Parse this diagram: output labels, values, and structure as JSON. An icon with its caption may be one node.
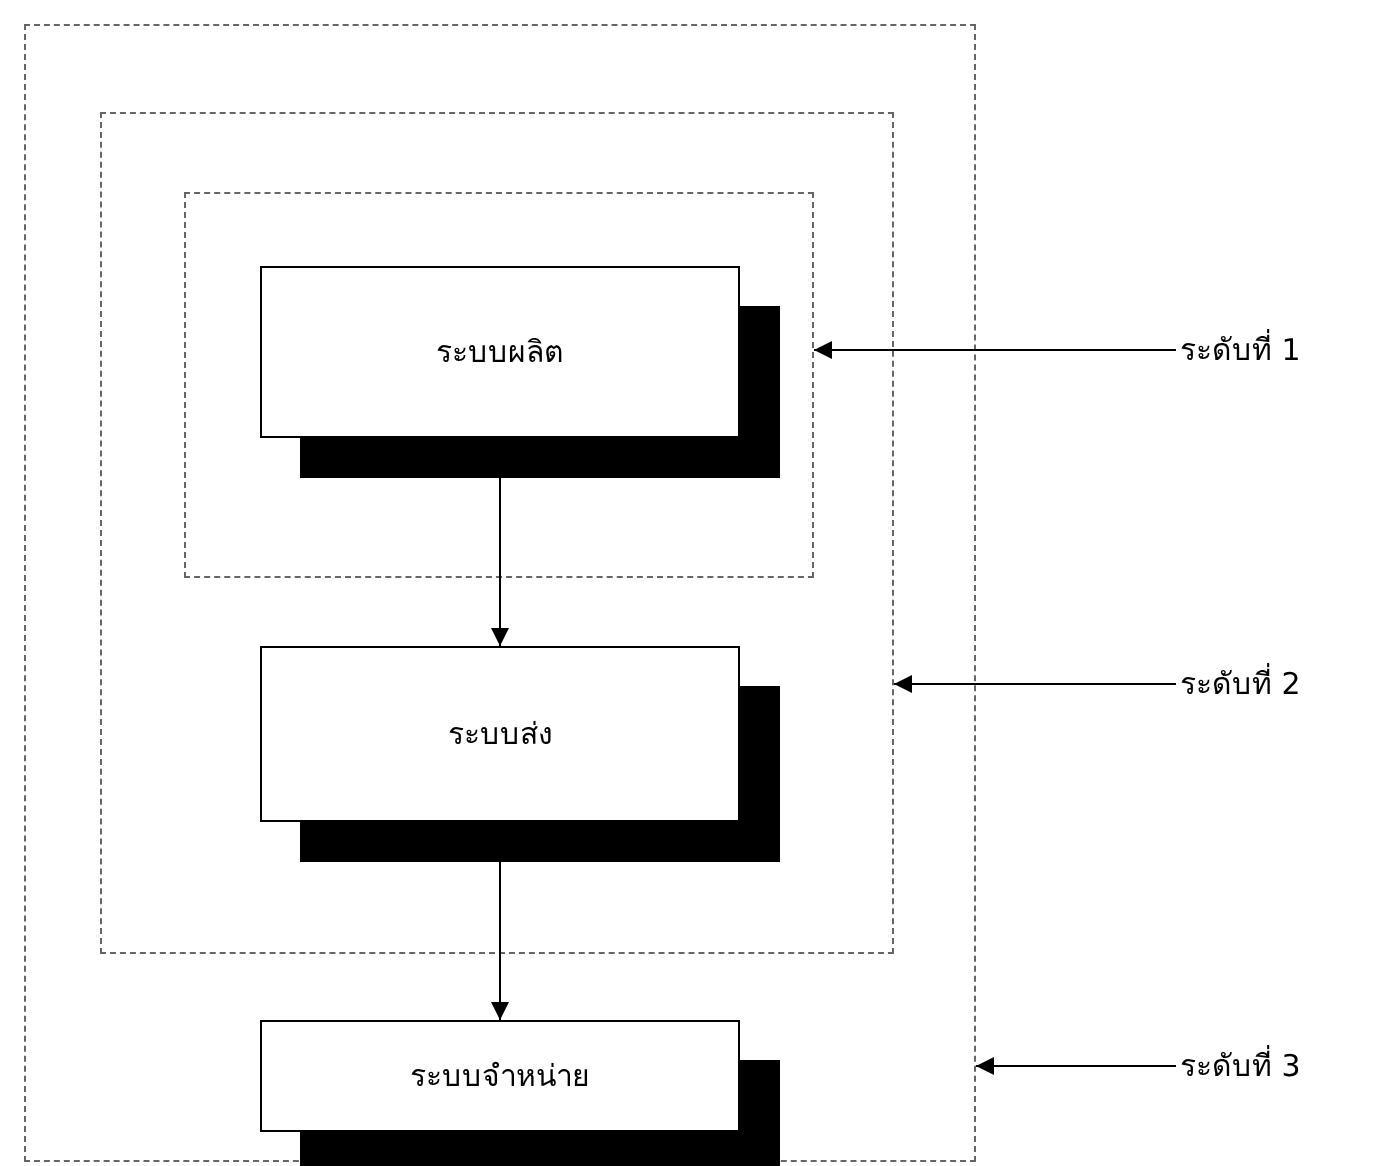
{
  "diagram": {
    "nodes": [
      {
        "text": [],
        "shape": "box"
      },
      {
        "text": [],
        "shape": "box",
        "in": 0
      },
      {
        "text": [],
        "shape": "box",
        "in": 1
      },
      {
        "text": [
          "ระบบผลิต"
        ],
        "in": 2
      },
      {
        "text": [
          "ระบบส่ง"
        ],
        "in": 1
      },
      {
        "text": [
          "ระบบจำหน่าย"
        ],
        "in": 0
      },
      {
        "text": [
          "ระดับที่ 1"
        ]
      },
      {
        "text": [
          "ระดับที่ 2"
        ]
      },
      {
        "text": [
          "ระดับที่ 3"
        ]
      }
    ],
    "edges": [
      {
        "from": 3,
        "to": 4,
        "arrow": "to"
      },
      {
        "from": 4,
        "to": 5,
        "arrow": "to"
      },
      {
        "from": 6,
        "to": 2,
        "arrow": "to"
      },
      {
        "from": 7,
        "to": 1,
        "arrow": "to"
      },
      {
        "from": 8,
        "to": 0,
        "arrow": "to"
      }
    ]
  }
}
